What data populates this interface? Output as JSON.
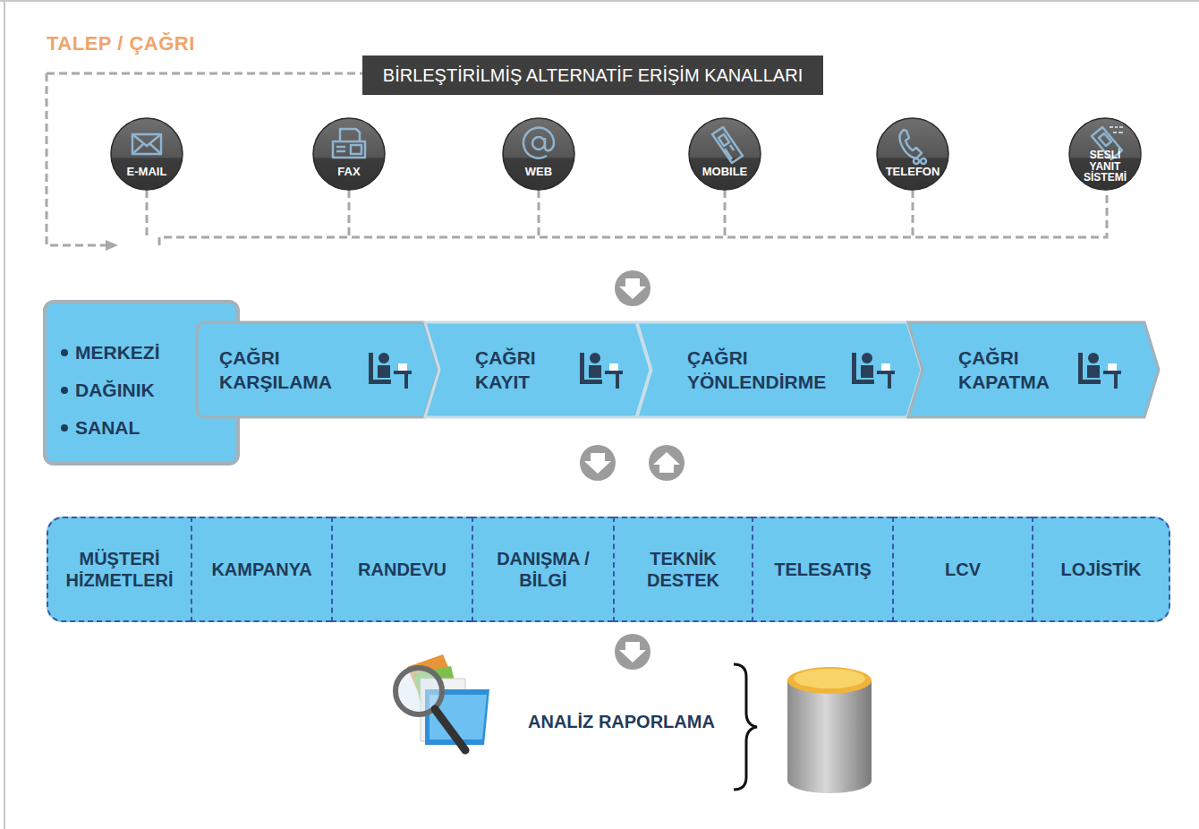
{
  "diagram": {
    "title": "TALEP / ÇAĞRI",
    "nodes": [
      {
        "text": [
          "BİRLEŞTİRİLMİŞ ALTERNATİF ERİŞİM KANALLARI"
        ]
      },
      {
        "text": [
          "E-MAIL"
        ]
      },
      {
        "text": [
          "FAX"
        ]
      },
      {
        "text": [
          "WEB"
        ]
      },
      {
        "text": [
          "MOBILE"
        ]
      },
      {
        "text": [
          "TELEFON"
        ]
      },
      {
        "text": [
          "SESLİ YANIT SİSTEMİ"
        ]
      },
      {
        "text": [
          "MERKEZİ",
          "DAĞINIK",
          "SANAL"
        ]
      },
      {
        "text": [
          "ÇAĞRI KARŞILAMA"
        ]
      },
      {
        "text": [
          "ÇAĞRI KAYIT"
        ]
      },
      {
        "text": [
          "ÇAĞRI YÖNLENDİRME"
        ]
      },
      {
        "text": [
          "ÇAĞRI KAPATMA"
        ]
      },
      {
        "text": [
          "MÜŞTERİ HİZMETLERİ"
        ]
      },
      {
        "text": [
          "KAMPANYA"
        ]
      },
      {
        "text": [
          "RANDEVU"
        ]
      },
      {
        "text": [
          "DANIŞMA / BİLGİ"
        ]
      },
      {
        "text": [
          "TEKNİK DESTEK"
        ]
      },
      {
        "text": [
          "TELESATIŞ"
        ]
      },
      {
        "text": [
          "LCV"
        ]
      },
      {
        "text": [
          "LOJİSTİK"
        ]
      }
    ],
    "labels": [
      "ANALİZ RAPORLAMA"
    ]
  }
}
